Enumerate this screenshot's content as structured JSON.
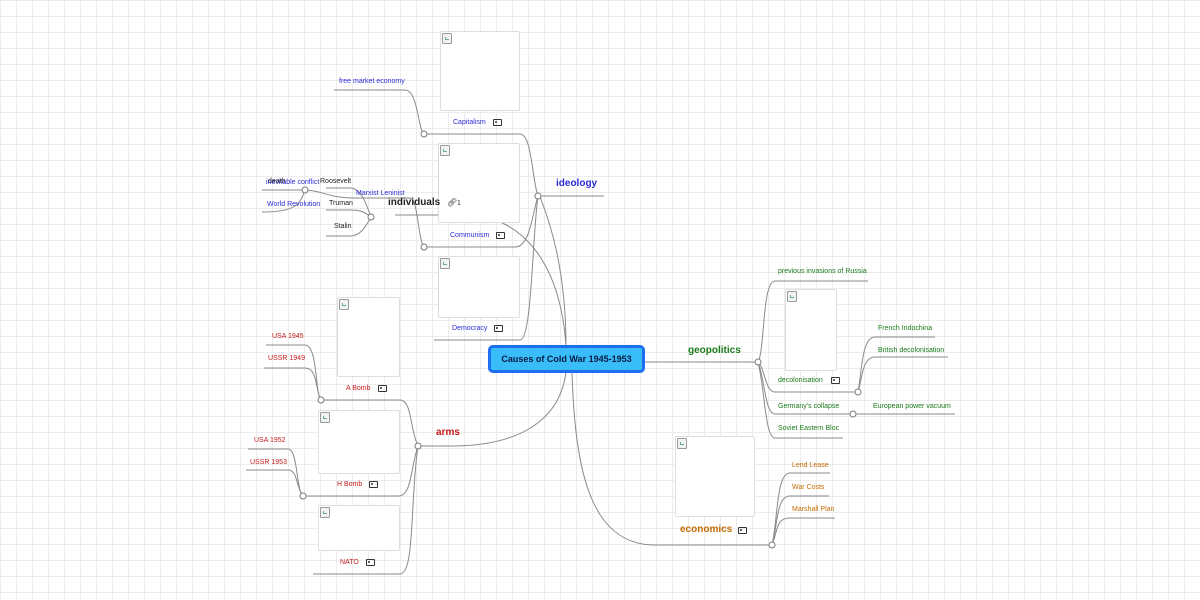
{
  "root": {
    "title": "Causes of Cold War 1945-1953"
  },
  "colors": {
    "ideology": "#2b2bd6",
    "geopolitics": "#1a7a1a",
    "arms": "#c41a1a",
    "economics": "#c46a00",
    "root_fill": "#38bdf8",
    "root_border": "#1e6ff0"
  },
  "ideology": {
    "label": "ideology",
    "capitalism": {
      "label": "Capitalism",
      "children": [
        "free market economy"
      ]
    },
    "communism": {
      "label": "Communism",
      "children": [
        "Marxist Leninist",
        "inevitable conflict",
        "World Revolution"
      ]
    },
    "democracy": {
      "label": "Democracy"
    }
  },
  "individuals": {
    "label": "individuals",
    "link_count": "1",
    "people": [
      "Roosevelt",
      "Truman",
      "Stalin"
    ],
    "roosevelt_children": [
      "death"
    ]
  },
  "arms": {
    "label": "arms",
    "a_bomb": {
      "label": "A Bomb",
      "children": [
        "USA 1945",
        "USSR 1949"
      ]
    },
    "h_bomb": {
      "label": "H Bomb",
      "children": [
        "USA 1952",
        "USSR 1953"
      ]
    },
    "nato": {
      "label": "NATO"
    }
  },
  "geopolitics": {
    "label": "geopolitics",
    "items": [
      "previous invasions of Russia",
      "decolonisation",
      "Germany's collapse",
      "Soviet Eastern Bloc"
    ],
    "decolonisation_children": [
      "French Indochina",
      "British decolonisation"
    ],
    "germany_children": [
      "European power vacuum"
    ]
  },
  "economics": {
    "label": "economics",
    "items": [
      "Lend Lease",
      "War Costs",
      "Marshall Plan"
    ]
  },
  "icons": {
    "image_attachment": "image-icon",
    "link": "link-icon",
    "broken_image": "broken-image-icon"
  }
}
